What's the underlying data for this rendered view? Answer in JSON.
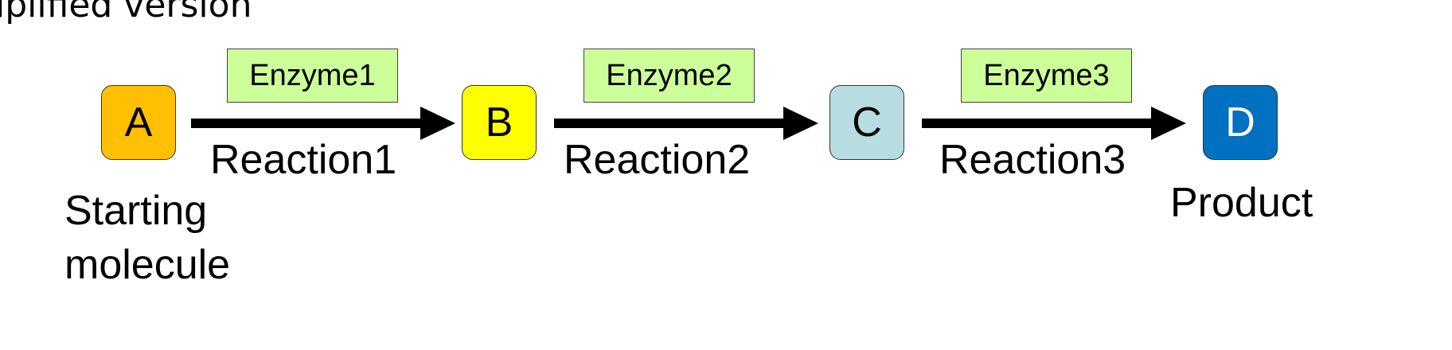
{
  "heading": "iplified version",
  "nodes": [
    {
      "letter": "A",
      "fill": "#ffc000",
      "text_color": "#000000",
      "label_lines": [
        "Starting",
        "molecule"
      ]
    },
    {
      "letter": "B",
      "fill": "#ffff00",
      "text_color": "#000000",
      "label_lines": []
    },
    {
      "letter": "C",
      "fill": "#b7dde1",
      "text_color": "#000000",
      "label_lines": []
    },
    {
      "letter": "D",
      "fill": "#0070c0",
      "text_color": "#ffffff",
      "label_lines": [
        "Product"
      ]
    }
  ],
  "reactions": [
    {
      "enzyme": "Enzyme1",
      "label": "Reaction1"
    },
    {
      "enzyme": "Enzyme2",
      "label": "Reaction2"
    },
    {
      "enzyme": "Enzyme3",
      "label": "Reaction3"
    }
  ],
  "colors": {
    "enzyme_fill": "#ccff99",
    "arrow": "#000000"
  }
}
